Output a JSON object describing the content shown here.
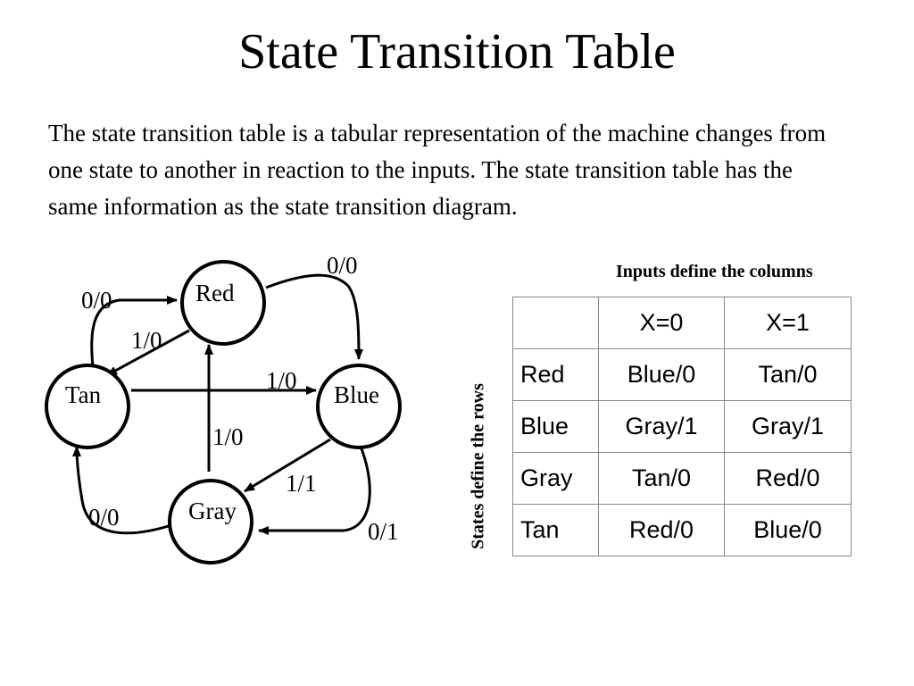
{
  "title": "State Transition Table",
  "paragraph": "The state transition table is a tabular representation of the machine changes from one state to another in reaction to the inputs.  The state transition table has the same information as the state transition diagram.",
  "diagram": {
    "states": [
      "Red",
      "Blue",
      "Gray",
      "Tan"
    ],
    "transitions": [
      {
        "from": "Red",
        "to": "Blue",
        "label": "0/0"
      },
      {
        "from": "Tan",
        "to": "Red",
        "label": "0/0"
      },
      {
        "from": "Red",
        "to": "Tan",
        "label": "1/0"
      },
      {
        "from": "Tan",
        "to": "Blue",
        "label": "1/0"
      },
      {
        "from": "Gray",
        "to": "Red",
        "label": "1/0"
      },
      {
        "from": "Blue",
        "to": "Gray",
        "label": "1/1"
      },
      {
        "from": "Gray",
        "to": "Tan",
        "label": "0/0"
      },
      {
        "from": "Blue",
        "to": "Gray",
        "label": "0/1"
      }
    ]
  },
  "notes": {
    "columns": "Inputs define the columns",
    "rows": "States define the rows"
  },
  "table": {
    "corner": "",
    "headers": [
      "X=0",
      "X=1"
    ],
    "rows": [
      {
        "state": "Red",
        "x0": "Blue/0",
        "x1": "Tan/0"
      },
      {
        "state": "Blue",
        "x0": "Gray/1",
        "x1": "Gray/1"
      },
      {
        "state": "Gray",
        "x0": "Tan/0",
        "x1": "Red/0"
      },
      {
        "state": "Tan",
        "x0": "Red/0",
        "x1": "Blue/0"
      }
    ]
  }
}
